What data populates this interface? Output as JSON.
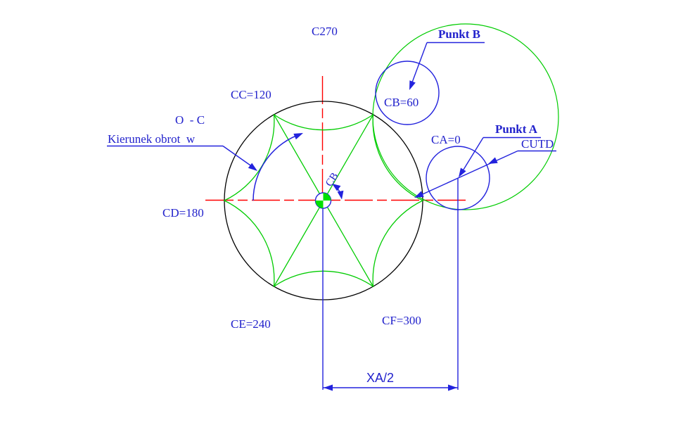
{
  "drawing": {
    "description": "CNC milling CAD diagram with hexagram tool path and angle callouts",
    "labels": {
      "c270": "C270",
      "cc120": "CC=120",
      "o_c": "O  - C",
      "kierunek": "Kierunek obrot  w",
      "cd180": "CD=180",
      "ce240": "CE=240",
      "cf300": "CF=300",
      "cb60": "CB=60",
      "ca0": "CA=0",
      "punkt_b": "Punkt B",
      "punkt_a": "Punkt A",
      "cutd": "CUTD",
      "cb_angle": "CB",
      "xa2": "XA/2"
    },
    "colors": {
      "background": "#ffffff",
      "annotation_blue": "#2222cc",
      "line_blue": "#2222dd",
      "path_green": "#00cc00",
      "centerline_red": "#ff0000",
      "contour_black": "#000000",
      "origin_fill_green": "#00e000"
    }
  }
}
